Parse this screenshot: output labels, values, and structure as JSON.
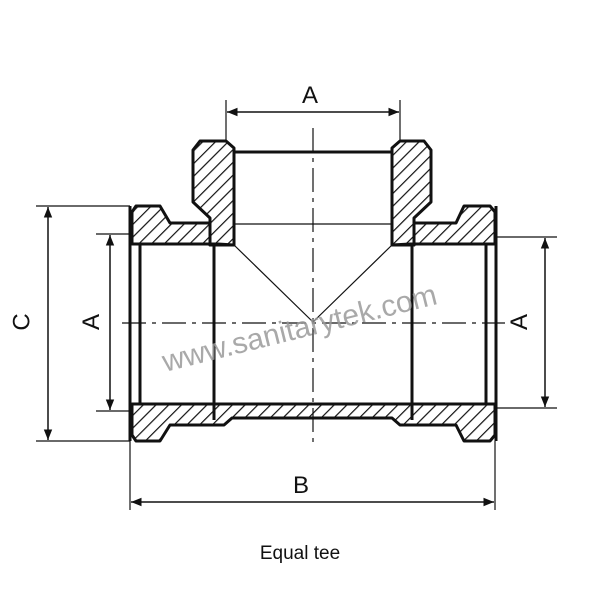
{
  "diagram": {
    "title": "Equal tee",
    "dimensions": {
      "top_width": "A",
      "left_height": "A",
      "right_height": "A",
      "overall_height": "C",
      "overall_length": "B"
    },
    "watermark": "www.sanitarytek.com",
    "colors": {
      "line": "#111111",
      "watermark": "#9a9a9a",
      "background": "#ffffff"
    }
  }
}
